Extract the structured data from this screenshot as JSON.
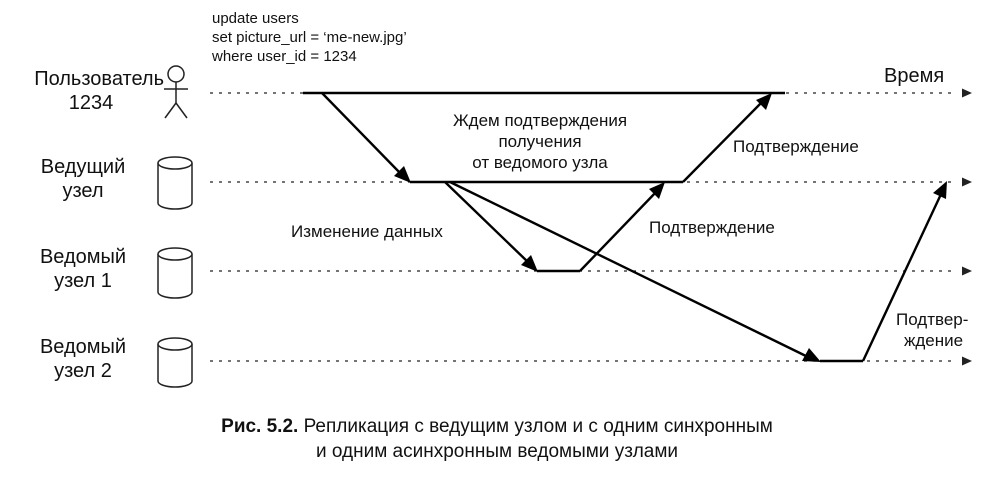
{
  "sql": {
    "line1": "update users",
    "line2": "set picture_url = ‘me-new.jpg’",
    "line3": "where user_id = 1234"
  },
  "actors": {
    "user": {
      "line1": "Пользователь",
      "line2": "1234"
    },
    "leader": {
      "line1": "Ведущий",
      "line2": "узел"
    },
    "follower1": {
      "line1": "Ведомый",
      "line2": "узел 1"
    },
    "follower2": {
      "line1": "Ведомый",
      "line2": "узел 2"
    }
  },
  "labels": {
    "time": "Время",
    "wait_line1": "Ждем подтверждения",
    "wait_line2": "получения",
    "wait_line3": "от ведомого узла",
    "ack_top": "Подтверждение",
    "ack_mid": "Подтверждение",
    "ack_bottom_line1": "Подтвер-",
    "ack_bottom_line2": "ждение",
    "data_change": "Изменение данных"
  },
  "caption": {
    "prefix": "Рис. 5.2.",
    "line1": " Репликация с ведущим узлом и с одним синхронным",
    "line2": "и одним асинхронным ведомыми узлами"
  }
}
